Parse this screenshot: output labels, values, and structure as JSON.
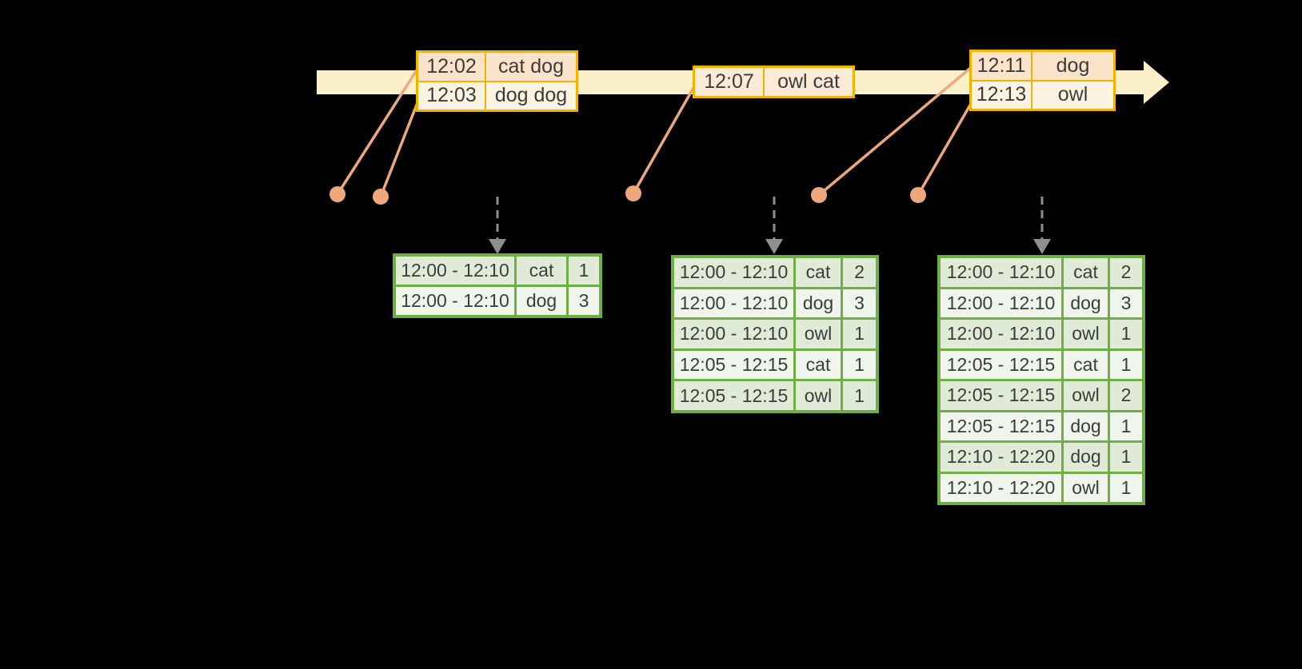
{
  "colors": {
    "background": "#000000",
    "stream_band": "#FBF0C9",
    "event_table_border": "#F0B400",
    "event_row_dark": "#FAE3C8",
    "event_row_light": "#FCF2E2",
    "event_row_mid": "#FBEAD6",
    "connector": "#EFA87C",
    "result_table_border": "#70AD47",
    "result_row_dark": "#E0EBD7",
    "result_row_light": "#EFF5EB",
    "trigger_arrow": "#8F8F8F",
    "text": "#3C3C3C"
  },
  "icons": {
    "stream_arrow": "right-arrow",
    "event_marker": "dot",
    "trigger_arrow": "dashed-down-arrow"
  },
  "stream": {
    "events": [
      {
        "rows": [
          {
            "time": "12:02",
            "words": "cat dog"
          },
          {
            "time": "12:03",
            "words": "dog dog"
          }
        ]
      },
      {
        "rows": [
          {
            "time": "12:07",
            "words": "owl cat"
          }
        ]
      },
      {
        "rows": [
          {
            "time": "12:11",
            "words": "dog"
          },
          {
            "time": "12:13",
            "words": "owl"
          }
        ]
      }
    ]
  },
  "results": {
    "tables": [
      {
        "rows": [
          [
            "12:00 - 12:10",
            "cat",
            "1"
          ],
          [
            "12:00 - 12:10",
            "dog",
            "3"
          ]
        ]
      },
      {
        "rows": [
          [
            "12:00 - 12:10",
            "cat",
            "2"
          ],
          [
            "12:00 - 12:10",
            "dog",
            "3"
          ],
          [
            "12:00 - 12:10",
            "owl",
            "1"
          ],
          [
            "12:05 - 12:15",
            "cat",
            "1"
          ],
          [
            "12:05 - 12:15",
            "owl",
            "1"
          ]
        ]
      },
      {
        "rows": [
          [
            "12:00 - 12:10",
            "cat",
            "2"
          ],
          [
            "12:00 - 12:10",
            "dog",
            "3"
          ],
          [
            "12:00 - 12:10",
            "owl",
            "1"
          ],
          [
            "12:05 - 12:15",
            "cat",
            "1"
          ],
          [
            "12:05 - 12:15",
            "owl",
            "2"
          ],
          [
            "12:05 - 12:15",
            "dog",
            "1"
          ],
          [
            "12:10 - 12:20",
            "dog",
            "1"
          ],
          [
            "12:10 - 12:20",
            "owl",
            "1"
          ]
        ]
      }
    ]
  }
}
